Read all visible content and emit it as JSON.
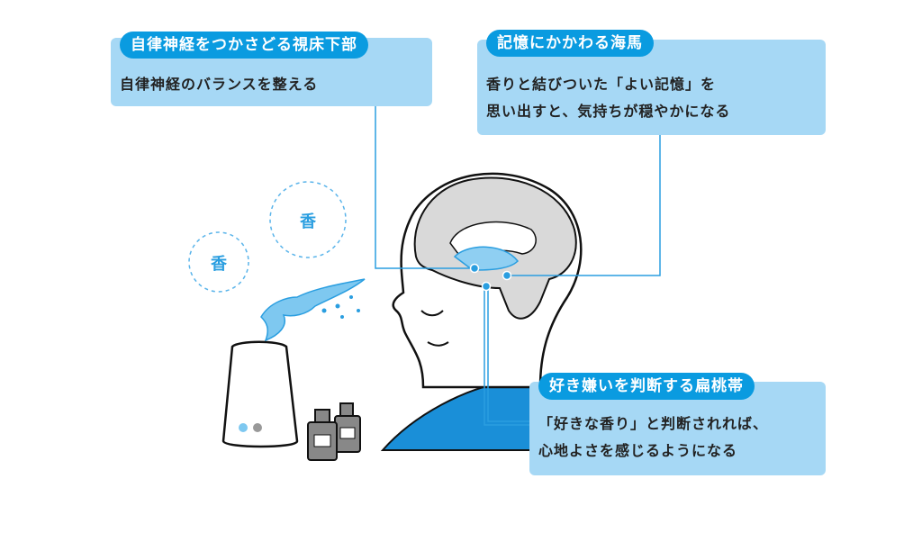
{
  "colors": {
    "accent": "#0a9be0",
    "box": "#a6d8f5",
    "shoulder": "#1a8fd8"
  },
  "hypothalamus": {
    "title": "自律神経をつかさどる視床下部",
    "body": "自律神経のバランスを整える"
  },
  "hippocampus": {
    "title": "記憶にかかわる海馬",
    "lines": [
      "香りと結びついた「よい記憶」を",
      "思い出すと、気持ちが穏やかになる"
    ]
  },
  "amygdala": {
    "title": "好き嫌いを判断する扁桃帯",
    "lines": [
      "「好きな香り」と判断されれば、",
      "心地よさを感じるようになる"
    ]
  },
  "scent": {
    "label1": "香",
    "label2": "香"
  }
}
